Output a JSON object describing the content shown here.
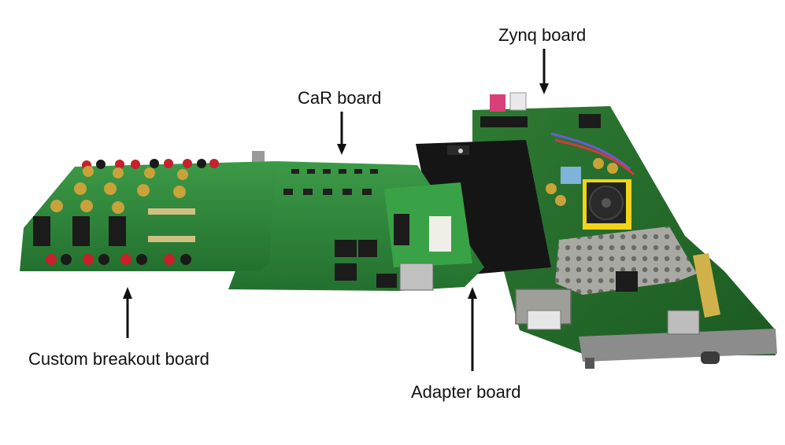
{
  "figure": {
    "labels": {
      "zynq": "Zynq board",
      "car": "CaR board",
      "breakout": "Custom breakout board",
      "adapter": "Adapter board"
    },
    "colors": {
      "pcb_green": "#2f8a3a",
      "pcb_dark_green": "#1f6a2b",
      "adapter_black": "#151515",
      "sma_gold": "#c9a23a",
      "banana_red": "#c8202c",
      "heatsink_yellow": "#f2d31a",
      "sfp_metal": "#a9a9a4",
      "bracket_metal": "#8c8c8c",
      "arrow": "#111111"
    }
  }
}
